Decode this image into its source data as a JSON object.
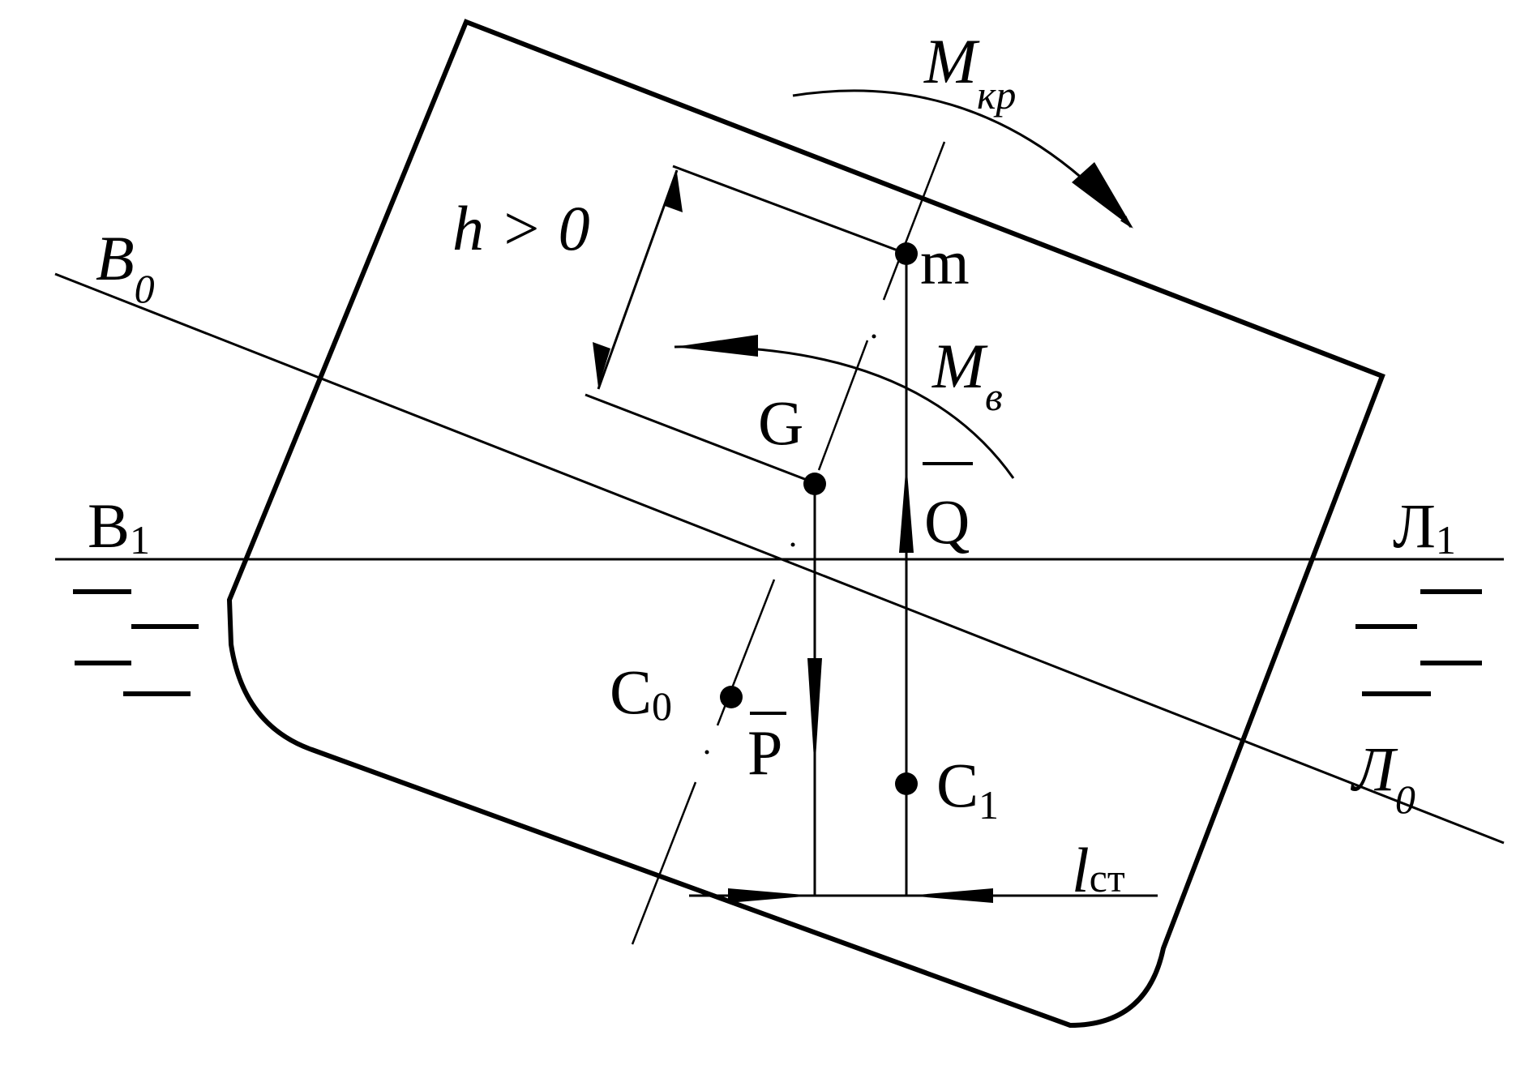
{
  "diagram": {
    "labels": {
      "m_kr_main": "M",
      "m_kr_sub": "кр",
      "m_v_main": "M",
      "m_v_sub": "в",
      "h_label": "h > 0",
      "b0_main": "B",
      "b0_sub": "0",
      "b1_main": "B",
      "b1_sub": "1",
      "l1_main": "Л",
      "l1_sub": "1",
      "l0_main": "Л",
      "l0_sub": "0",
      "m_point": "m",
      "g_point": "G",
      "q_force": "Q",
      "p_force": "P",
      "c0_main": "C",
      "c0_sub": "0",
      "c1_main": "C",
      "c1_sub": "1",
      "lst_main": "l",
      "lst_sub": "ст"
    }
  }
}
